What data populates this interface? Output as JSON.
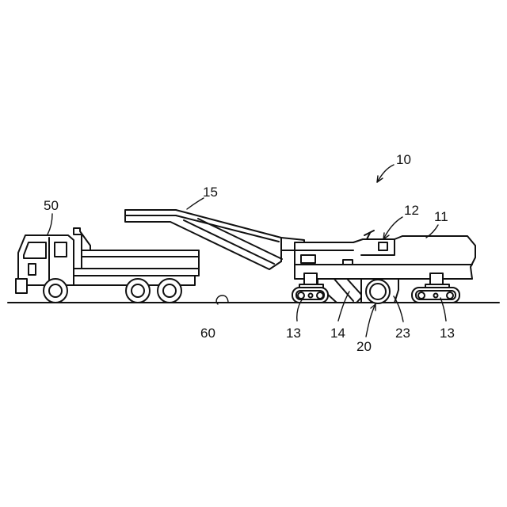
{
  "labels": {
    "machine": "10",
    "machine_body": "11",
    "operator_seat": "12",
    "crawler_front": "13",
    "crawler_rear": "13",
    "cutter_housing": "14",
    "conveyor": "15",
    "cutter_drum": "20",
    "drum_guard": "23",
    "dump_truck": "50",
    "road_surface": "60"
  }
}
